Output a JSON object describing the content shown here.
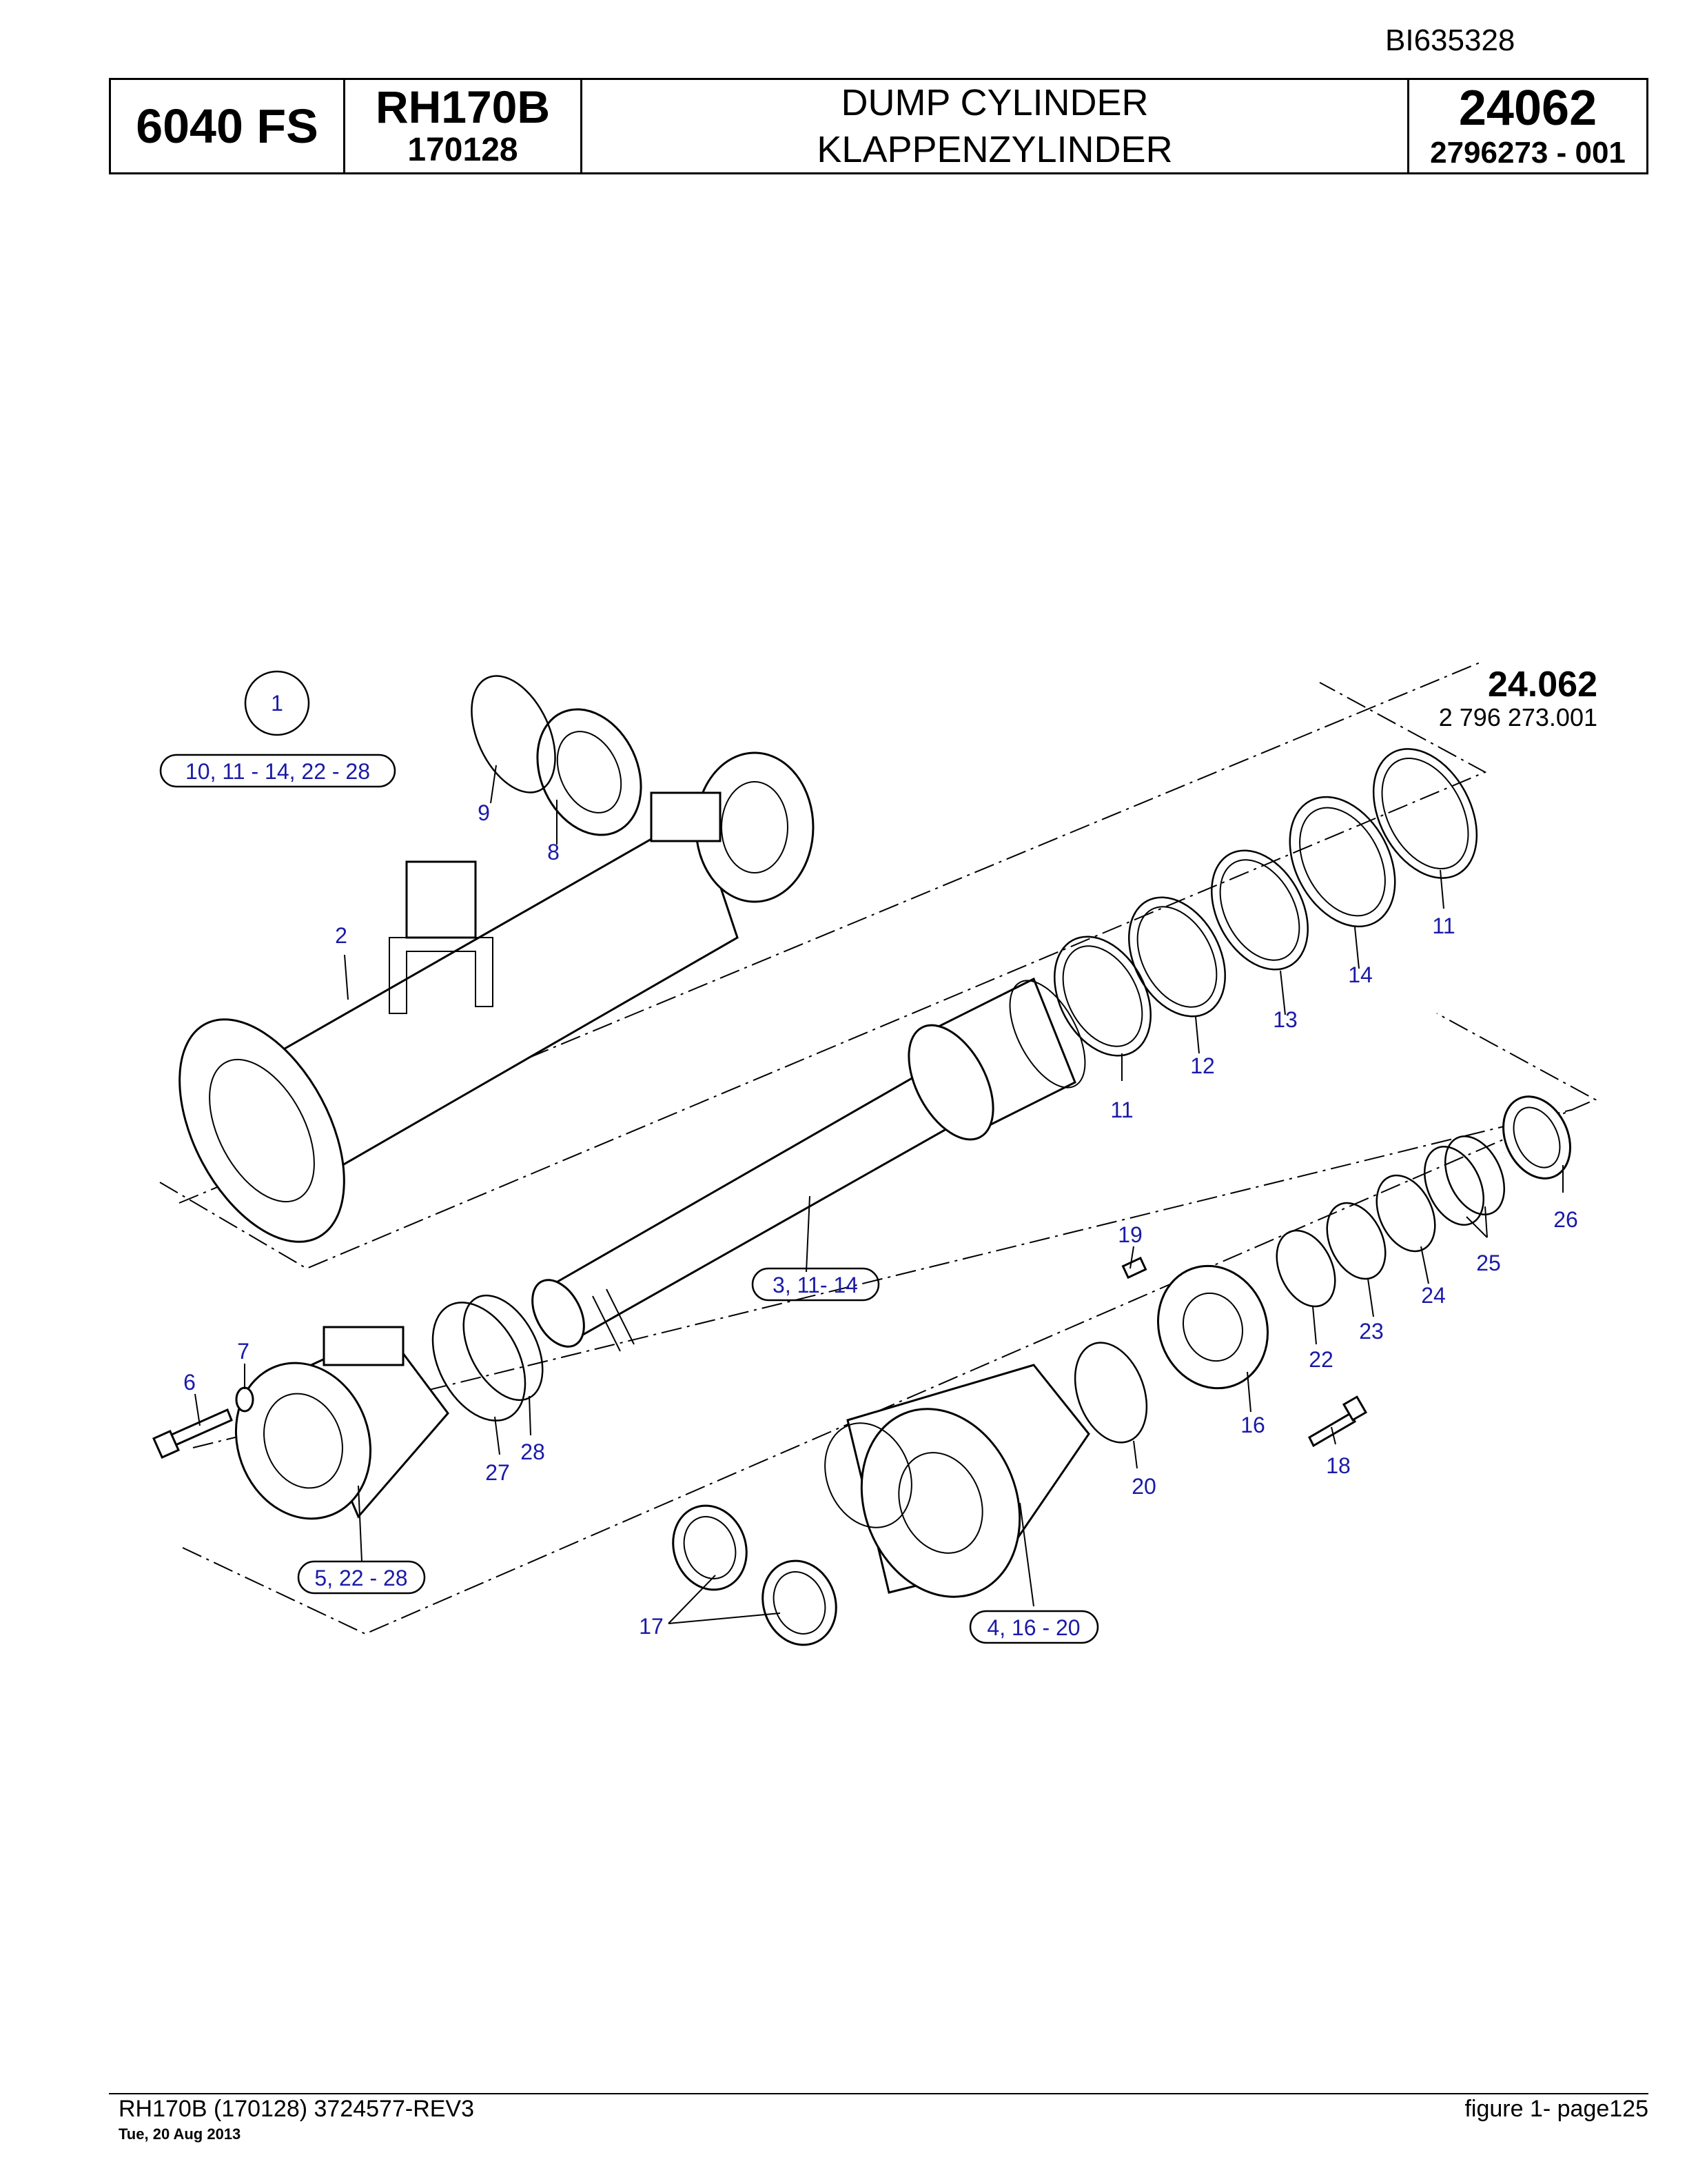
{
  "doc_id": "BI635328",
  "header": {
    "series": "6040 FS",
    "model": "RH170B",
    "serial": "170128",
    "title_en": "DUMP CYLINDER",
    "title_de": "KLAPPENZYLINDER",
    "group": "24062",
    "part_number": "2796273  - 001"
  },
  "diagram": {
    "ref_number": "24.062",
    "ref_sub": "2 796 273.001",
    "assembly_marker": "1",
    "callouts": {
      "c2": "2",
      "c6": "6",
      "c7": "7",
      "c8": "8",
      "c9": "9",
      "c11a": "11",
      "c11b": "11",
      "c12": "12",
      "c13": "13",
      "c14": "14",
      "c16": "16",
      "c17": "17",
      "c18": "18",
      "c19": "19",
      "c20": "20",
      "c22": "22",
      "c23": "23",
      "c24": "24",
      "c25": "25",
      "c26": "26",
      "c27": "27",
      "c28": "28"
    },
    "groups": {
      "g1": "10, 11 - 14, 22 - 28",
      "g3": "3, 11- 14",
      "g5": "5, 22 - 28",
      "g4": "4, 16 - 20"
    }
  },
  "footer": {
    "left": "RH170B (170128) 3724577-REV3",
    "date": "Tue, 20 Aug 2013",
    "right": "figure  1- page125"
  }
}
